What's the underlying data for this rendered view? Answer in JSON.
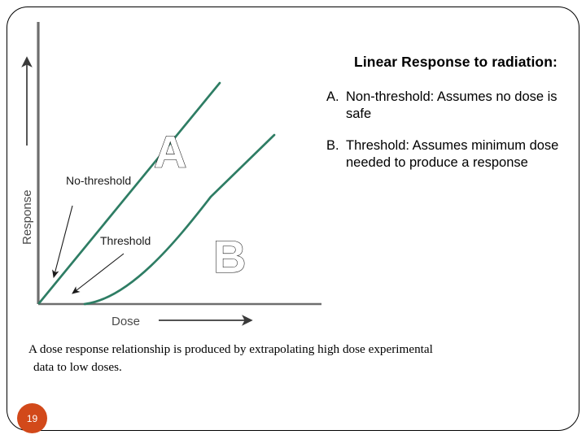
{
  "slide": {
    "page_number": "19",
    "badge_color": "#d2491a",
    "frame_color": "#000000"
  },
  "panel": {
    "title": "Linear Response to radiation:",
    "items": [
      {
        "marker": "A.",
        "text": "Non-threshold:  Assumes no dose is safe"
      },
      {
        "marker": "B.",
        "text": "Threshold:   Assumes minimum dose needed to produce a response"
      }
    ]
  },
  "caption": {
    "line1": "A dose response relationship is produced by extrapolating high dose experimental",
    "line2": "data to low doses."
  },
  "chart_data": {
    "type": "line",
    "title": "",
    "xlabel": "Dose",
    "ylabel": "Response",
    "xlim": [
      0,
      100
    ],
    "ylim": [
      0,
      100
    ],
    "grid": false,
    "legend": "none",
    "axis_color": "#6e6e6e",
    "curve_color": "#2e7d64",
    "series": [
      {
        "name": "A",
        "label": "No-threshold",
        "description": "Straight line through the origin; no safe dose",
        "x": [
          0,
          20,
          40,
          60,
          65
        ],
        "y": [
          0,
          26,
          52,
          78,
          85
        ]
      },
      {
        "name": "B",
        "label": "Threshold",
        "description": "Curve that begins only after a minimum threshold dose",
        "x": [
          16,
          30,
          50,
          70,
          84
        ],
        "y": [
          0,
          9,
          27,
          49,
          65
        ]
      }
    ],
    "annotations": [
      {
        "text": "No-threshold",
        "points_to": "A"
      },
      {
        "text": "Threshold",
        "points_to": "B"
      },
      {
        "text": "A",
        "role": "curve-label"
      },
      {
        "text": "B",
        "role": "curve-label"
      }
    ]
  }
}
